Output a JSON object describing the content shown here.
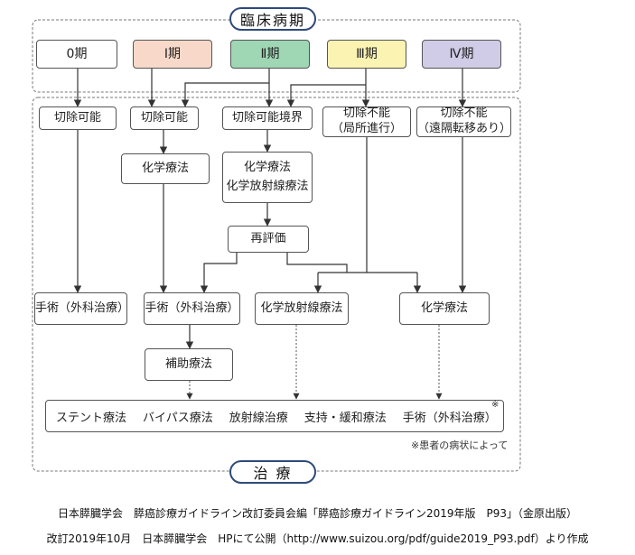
{
  "header": {
    "title": "臨床病期"
  },
  "stages": [
    {
      "label": "0期",
      "color": "#ffffff"
    },
    {
      "label": "Ⅰ期",
      "color": "#f8d9c9"
    },
    {
      "label": "Ⅱ期",
      "color": "#9fd6b4"
    },
    {
      "label": "Ⅲ期",
      "color": "#fbf3b2"
    },
    {
      "label": "Ⅳ期",
      "color": "#d0cbe6"
    }
  ],
  "resectability": {
    "r0": "切除可能",
    "r1": "切除可能",
    "r2": "切除可能境界",
    "r3_line1": "切除不能",
    "r3_line2": "（局所進行）",
    "r4_line1": "切除不能",
    "r4_line2": "（遠隔転移あり）"
  },
  "pretreatment": {
    "chemo": "化学療法",
    "chemo2_line1": "化学療法",
    "chemo2_line2": "化学放射線療法",
    "reeval": "再評価"
  },
  "treatments": {
    "surgery_a": "手術（外科治療）",
    "surgery_b": "手術（外科治療）",
    "chemoradiation": "化学放射線療法",
    "chemotherapy": "化学療法",
    "adjuvant": "補助療法"
  },
  "final": {
    "items": [
      "ステント療法",
      "バイパス療法",
      "放射線治療",
      "支持・緩和療法",
      "手術（外科治療）"
    ],
    "mark": "※",
    "note": "※患者の病状によって"
  },
  "footer_pill": "治 療",
  "source": {
    "line1": "日本膵臓学会　膵癌診療ガイドライン改訂委員会編「膵癌診療ガイドライン2019年版　P93」（金原出版）",
    "line2": "改訂2019年10月　日本膵臓学会　HPにて公開（http://www.suizou.org/pdf/guide2019_P93.pdf）より作成"
  },
  "colors": {
    "frame": "#777777",
    "arrow": "#333333",
    "pill_border": "#2f4a7a"
  }
}
